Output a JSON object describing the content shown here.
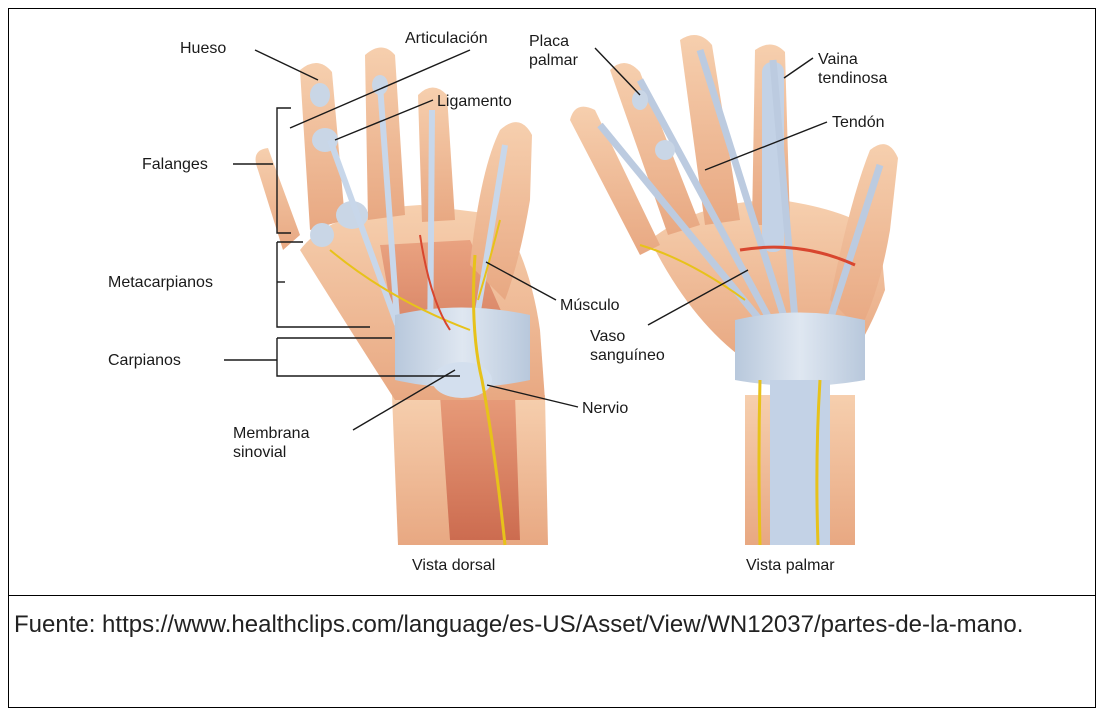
{
  "labels": {
    "hueso": "Hueso",
    "articulacion": "Articulación",
    "placa_palmar_1": "Placa",
    "placa_palmar_2": "palmar",
    "vaina_1": "Vaina",
    "vaina_2": "tendinosa",
    "ligamento": "Ligamento",
    "tendon": "Tendón",
    "falanges": "Falanges",
    "metacarpianos": "Metacarpianos",
    "musculo": "Músculo",
    "vaso_1": "Vaso",
    "vaso_2": "sanguíneo",
    "carpianos": "Carpianos",
    "nervio": "Nervio",
    "membrana_1": "Membrana",
    "membrana_2": "sinovial"
  },
  "captions": {
    "dorsal": "Vista dorsal",
    "palmar": "Vista palmar"
  },
  "source_note": "Fuente: https://www.healthclips.com/language/es-US/Asset/View/WN12037/partes-de-la-mano."
}
